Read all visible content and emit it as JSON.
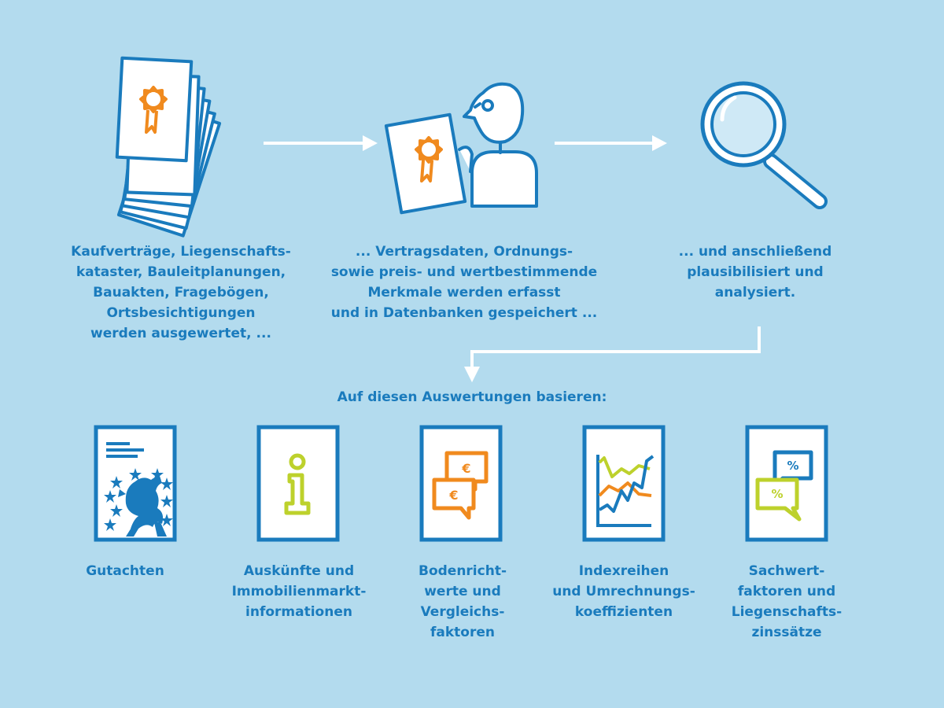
{
  "colors": {
    "background": "#b3dbee",
    "primary_blue": "#1a7bbd",
    "orange": "#f08a1e",
    "lime": "#bdd12c",
    "white": "#ffffff"
  },
  "process": {
    "steps": [
      {
        "icon": "documents-certificate-icon",
        "text": "Kaufverträge, Liegenschafts-\nkataster, Bauleitplanungen,\nBauakten, Fragebögen,\nOrtsbesichtigungen\nwerden ausgewertet, ..."
      },
      {
        "icon": "person-document-icon",
        "text": "... Vertragsdaten, Ordnungs-\nsowie preis- und wertbestimmende\nMerkmale werden erfasst\nund in Datenbanken gespeichert ..."
      },
      {
        "icon": "magnifier-icon",
        "text": "... und anschließend\nplausibilisiert und\nanalysiert."
      }
    ]
  },
  "outputs": {
    "heading": "Auf diesen Auswertungen basieren:",
    "items": [
      {
        "icon": "report-lion-icon",
        "label": "Gutachten"
      },
      {
        "icon": "info-icon",
        "label": "Auskünfte und\nImmobilienmarkt-\ninformationen"
      },
      {
        "icon": "euro-speech-bubbles-icon",
        "label": "Bodenricht-\nwerte und\nVergleichs-\nfaktoren",
        "symbol": "€"
      },
      {
        "icon": "line-chart-icon",
        "label": "Indexreihen\nund Umrechnungs-\nkoeffizienten"
      },
      {
        "icon": "percent-speech-bubbles-icon",
        "label": "Sachwert-\nfaktoren und\nLiegenschafts-\nzinssätze",
        "symbol": "%"
      }
    ]
  }
}
